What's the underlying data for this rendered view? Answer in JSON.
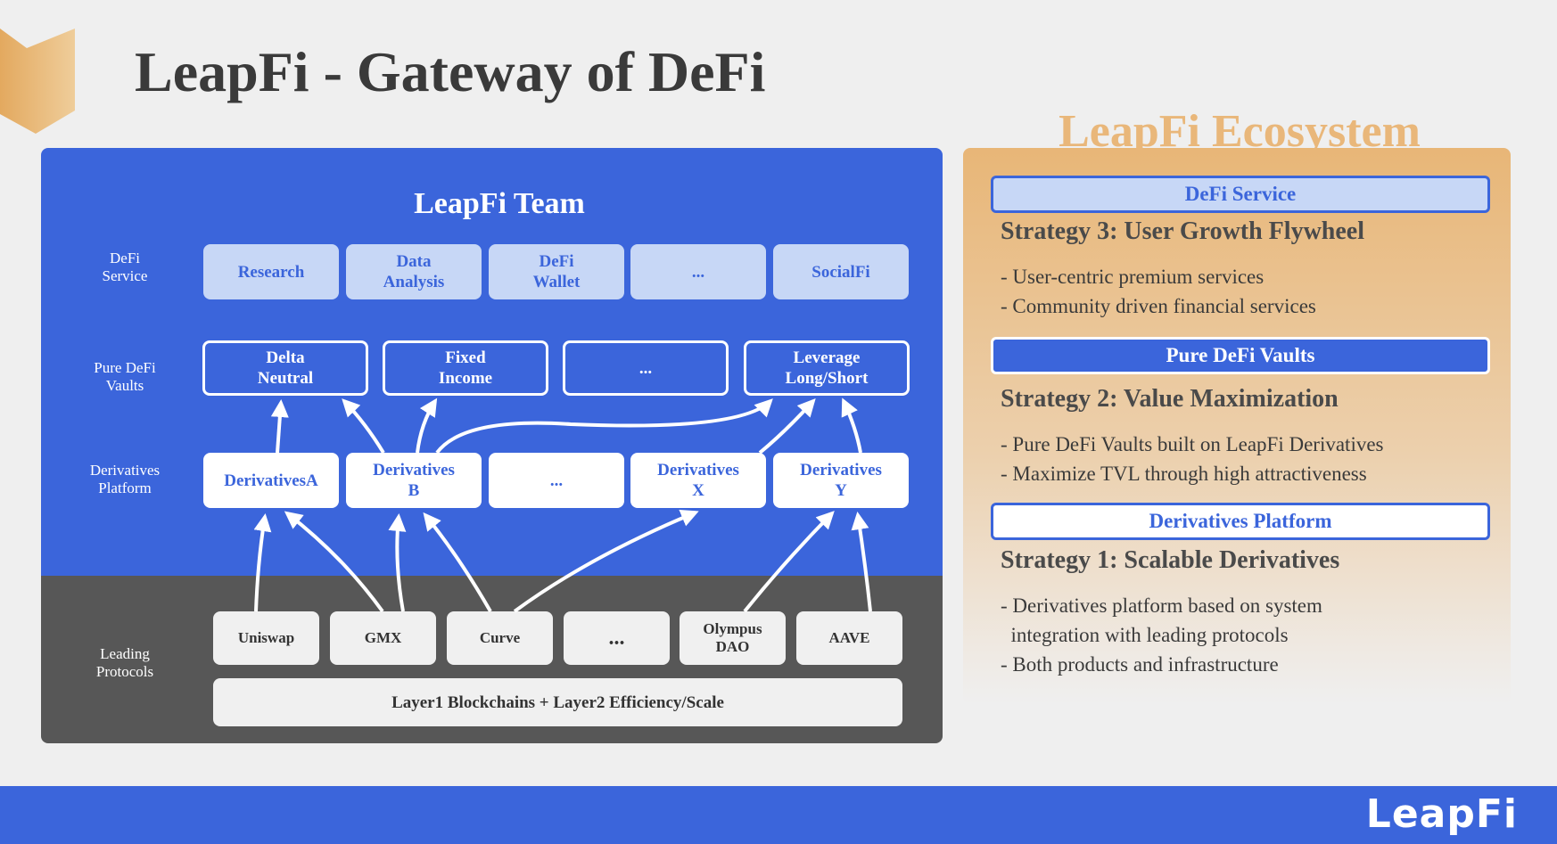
{
  "title": "LeapFi - Gateway of DeFi",
  "brand": "LeapFi",
  "colors": {
    "blue": "#3b65db",
    "gray": "#575757",
    "orange": "#e8b677",
    "light_blue": "#c7d7f6"
  },
  "diagram": {
    "team_title": "LeapFi Team",
    "row_labels": {
      "defi_service": "DeFi\nService",
      "vaults": "Pure DeFi\nVaults",
      "derivatives": "Derivatives\nPlatform",
      "protocols": "Leading\nProtocols"
    },
    "services": [
      "Research",
      "Data\nAnalysis",
      "DeFi\nWallet",
      "...",
      "SocialFi"
    ],
    "vaults": [
      "Delta\nNeutral",
      "Fixed\nIncome",
      "...",
      "Leverage\nLong/Short"
    ],
    "derivatives": [
      "DerivativesA",
      "Derivatives\nB",
      "...",
      "Derivatives\nX",
      "Derivatives\nY"
    ],
    "protocols": [
      "Uniswap",
      "GMX",
      "Curve",
      "...",
      "Olympus\nDAO",
      "AAVE"
    ],
    "layer": "Layer1 Blockchains + Layer2  Efficiency/Scale"
  },
  "ecosystem": {
    "title": "LeapFi Ecosystem",
    "sections": [
      {
        "bar": "DeFi Service",
        "strategy": "Strategy 3: User Growth Flywheel",
        "bullets": [
          "- User-centric premium services",
          "- Community driven financial services"
        ]
      },
      {
        "bar": "Pure DeFi Vaults",
        "strategy": "Strategy 2: Value Maximization",
        "bullets": [
          "- Pure DeFi Vaults built on LeapFi Derivatives",
          "- Maximize TVL through high attractiveness"
        ]
      },
      {
        "bar": "Derivatives Platform",
        "strategy": "Strategy 1: Scalable Derivatives",
        "bullets": [
          "- Derivatives platform based on system",
          "  integration with leading protocols",
          "- Both products and infrastructure"
        ]
      }
    ]
  }
}
